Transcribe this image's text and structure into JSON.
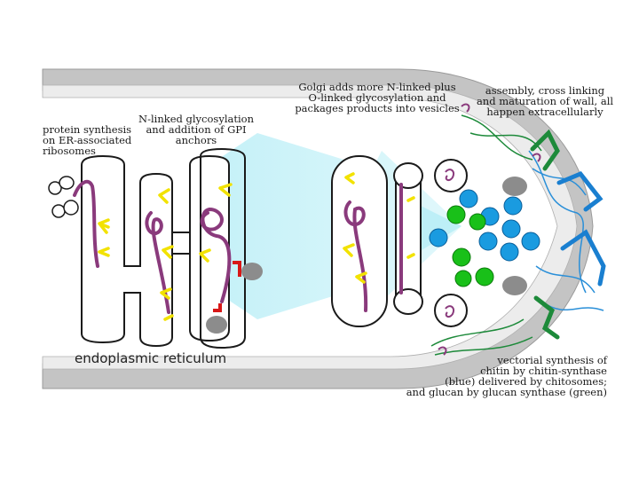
{
  "labels": {
    "protein_synthesis": "protein synthesis\non ER-associated\nribosomes",
    "n_linked": "N-linked glycosylation\nand addition of GPI\nanchors",
    "golgi": "Golgi adds more N-linked plus\nO-linked glycosylation and\npackages products into vesicles",
    "assembly": "assembly, cross linking\nand maturation of wall, all\nhappen extracellularly",
    "er": "endoplasmic reticulum",
    "vectorial": "vectorial synthesis of\nchitin by chitin-synthase\n(blue) delivered by chitosomes;\nand glucan by glucan synthase (green)"
  },
  "colors": {
    "wall_outer": "#b8b8b8",
    "wall_inner": "#e6e6e6",
    "cyan_flow": "#bdeff7",
    "purple_chain": "#8a3a7c",
    "yellow_sugar": "#f2e200",
    "blue_vesicle": "#1a9be0",
    "green_vesicle": "#19c019",
    "gray_enzyme": "#8c8c8c",
    "red_anchor": "#d81818",
    "chitin_blue": "#2a8fd8",
    "glucan_green": "#1d8a3a"
  }
}
